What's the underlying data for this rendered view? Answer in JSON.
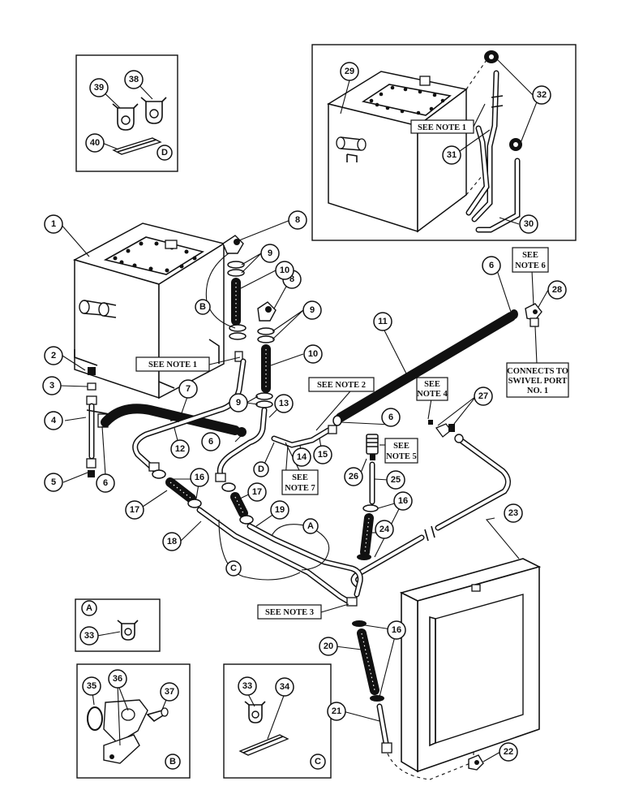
{
  "callouts": {
    "c1": "1",
    "c2": "2",
    "c3": "3",
    "c4": "4",
    "c5": "5",
    "c6a": "6",
    "c6b": "6",
    "c6c": "6",
    "c6d": "6",
    "c7": "7",
    "c8a": "8",
    "c8b": "8",
    "c9a": "9",
    "c9b": "9",
    "c9c": "9",
    "c10a": "10",
    "c10b": "10",
    "c11": "11",
    "c12": "12",
    "c13": "13",
    "c14": "14",
    "c15": "15",
    "c16a": "16",
    "c16b": "16",
    "c16c": "16",
    "c17a": "17",
    "c17b": "17",
    "c18": "18",
    "c19": "19",
    "c20": "20",
    "c21": "21",
    "c22": "22",
    "c23": "23",
    "c24": "24",
    "c25": "25",
    "c26": "26",
    "c27": "27",
    "c28": "28",
    "c29": "29",
    "c30": "30",
    "c31": "31",
    "c32": "32",
    "c33a": "33",
    "c33b": "33",
    "c34": "34",
    "c35": "35",
    "c36": "36",
    "c37": "37",
    "c38": "38",
    "c39": "39",
    "c40": "40"
  },
  "detail_letters": {
    "dA1": "A",
    "dA2": "A",
    "dB1": "B",
    "dB2": "B",
    "dC1": "C",
    "dC2": "C",
    "dD1": "D",
    "dD2": "D"
  },
  "notes": {
    "note1a": "SEE NOTE 1",
    "note1b": "SEE NOTE 1",
    "note2": "SEE NOTE 2",
    "note3": "SEE NOTE 3",
    "note4_l1": "SEE",
    "note4_l2": "NOTE 4",
    "note5_l1": "SEE",
    "note5_l2": "NOTE 5",
    "note6_l1": "SEE",
    "note6_l2": "NOTE 6",
    "note7_l1": "SEE",
    "note7_l2": "NOTE 7",
    "swivel_l1": "CONNECTS TO",
    "swivel_l2": "SWIVEL PORT",
    "swivel_l3": "NO. 1"
  }
}
